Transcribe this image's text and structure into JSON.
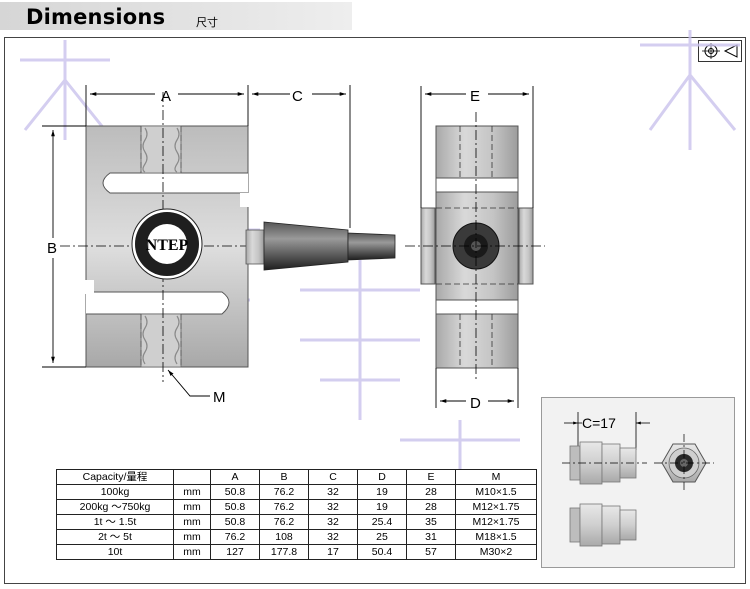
{
  "header": {
    "title": "Dimensions",
    "subtitle": "尺寸"
  },
  "dimension_labels": {
    "a": "A",
    "b": "B",
    "c": "C",
    "d": "D",
    "e": "E",
    "m": "M"
  },
  "inset": {
    "label": "C=17"
  },
  "watermark": {
    "text": "不 秤 衡"
  },
  "icons": {
    "projection": "first-angle-projection-icon"
  },
  "spec_table": {
    "headers": [
      "Capacity/量程",
      "",
      "A",
      "B",
      "C",
      "D",
      "E",
      "M"
    ],
    "rows": [
      [
        "100kg",
        "mm",
        "50.8",
        "76.2",
        "32",
        "19",
        "28",
        "M10×1.5"
      ],
      [
        "200kg ～750kg",
        "mm",
        "50.8",
        "76.2",
        "32",
        "19",
        "28",
        "M12×1.75"
      ],
      [
        "1t ～ 1.5t",
        "mm",
        "50.8",
        "76.2",
        "32",
        "25.4",
        "35",
        "M12×1.75"
      ],
      [
        "2t ～ 5t",
        "mm",
        "76.2",
        "108",
        "32",
        "25",
        "31",
        "M18×1.5"
      ],
      [
        "10t",
        "mm",
        "127",
        "177.8",
        "17",
        "50.4",
        "57",
        "M30×2"
      ]
    ]
  },
  "colors": {
    "body_metal": "#c8c8c8",
    "header_bar": "#dcdcdc",
    "line": "#000000"
  }
}
